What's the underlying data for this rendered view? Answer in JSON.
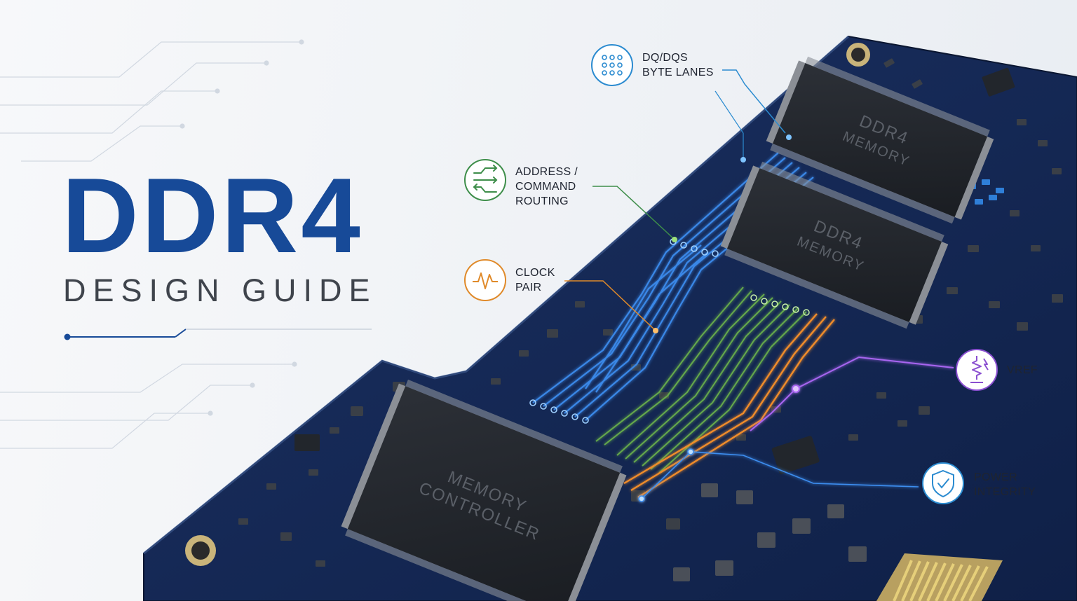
{
  "heading": {
    "title": "DDR4",
    "subtitle": "DESIGN GUIDE"
  },
  "chips": {
    "memory_1": [
      "DDR4",
      "MEMORY"
    ],
    "memory_2": [
      "DDR4",
      "MEMORY"
    ],
    "controller": [
      "MEMORY",
      "CONTROLLER"
    ]
  },
  "callouts": {
    "dq": {
      "lines": [
        "DQ/DQS",
        "BYTE LANES"
      ],
      "icon": "grid-dots-icon",
      "color": "#2b8bd0"
    },
    "address": {
      "lines": [
        "ADDRESS /",
        "COMMAND",
        "ROUTING"
      ],
      "icon": "routing-arrows-icon",
      "color": "#3e8e4a"
    },
    "clock": {
      "lines": [
        "CLOCK",
        "PAIR"
      ],
      "icon": "waveform-icon",
      "color": "#e08a2a"
    },
    "vref": {
      "lines": [
        "VREF"
      ],
      "icon": "resistor-icon",
      "color": "#8a4fd0"
    },
    "power": {
      "lines": [
        "POWER",
        "INTEGRITY"
      ],
      "icon": "shield-check-icon",
      "color": "#2b8bd0"
    }
  },
  "colors": {
    "title": "#174a98",
    "pcb": "#162a55",
    "chip": "#23272d"
  }
}
